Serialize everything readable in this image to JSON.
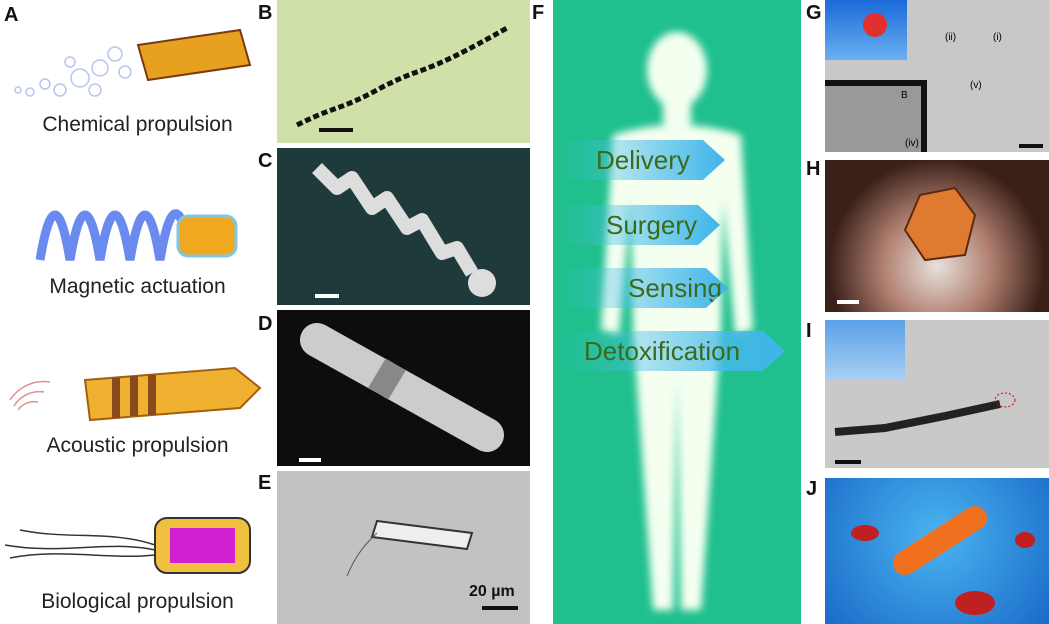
{
  "panel_letters": {
    "a": "A",
    "b": "B",
    "c": "C",
    "d": "D",
    "e": "E",
    "f": "F",
    "g": "G",
    "h": "H",
    "i": "I",
    "j": "J"
  },
  "propulsion": {
    "chemical": "Chemical propulsion",
    "magnetic": "Magnetic actuation",
    "acoustic": "Acoustic propulsion",
    "biological": "Biological propulsion"
  },
  "scale_bar_e": "20 µm",
  "applications": {
    "delivery": "Delivery",
    "surgery": "Surgery",
    "sensing": "Sensing",
    "detox": "Detoxification"
  },
  "panel_g_labels": {
    "i": "(i)",
    "ii": "(ii)",
    "iv": "(iv)",
    "v": "(v)",
    "b": "B"
  },
  "colors": {
    "body_bg": "#1fbf8e",
    "arrow": "#3fb4ea",
    "text_green": "#3a6a1a"
  }
}
